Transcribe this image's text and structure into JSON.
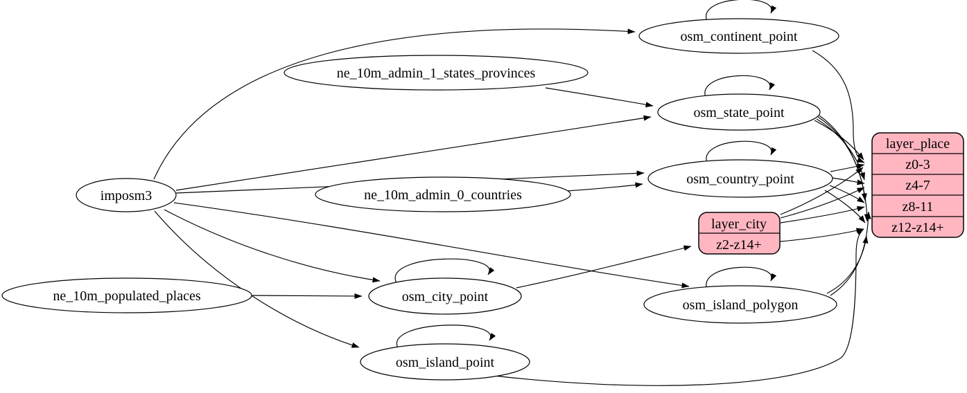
{
  "diagram": {
    "kind": "etl-graph",
    "colors": {
      "background": "#ffffff",
      "node_fill": "#ffffff",
      "node_stroke": "#000000",
      "edge_color": "#000000",
      "record_fill": "#ffb6c1"
    },
    "nodes": {
      "imposm3": {
        "label": "imposm3"
      },
      "ne_10m_admin_1_states_provinces": {
        "label": "ne_10m_admin_1_states_provinces"
      },
      "ne_10m_admin_0_countries": {
        "label": "ne_10m_admin_0_countries"
      },
      "ne_10m_populated_places": {
        "label": "ne_10m_populated_places"
      },
      "osm_continent_point": {
        "label": "osm_continent_point"
      },
      "osm_state_point": {
        "label": "osm_state_point"
      },
      "osm_country_point": {
        "label": "osm_country_point"
      },
      "osm_city_point": {
        "label": "osm_city_point"
      },
      "osm_island_polygon": {
        "label": "osm_island_polygon"
      },
      "osm_island_point": {
        "label": "osm_island_point"
      },
      "layer_city": {
        "title": "layer_city",
        "rows": [
          "z2-z14+"
        ]
      },
      "layer_place": {
        "title": "layer_place",
        "rows": [
          "z0-3",
          "z4-7",
          "z8-11",
          "z12-z14+"
        ]
      }
    },
    "edges": [
      [
        "imposm3",
        "osm_continent_point"
      ],
      [
        "imposm3",
        "osm_state_point"
      ],
      [
        "imposm3",
        "osm_country_point"
      ],
      [
        "imposm3",
        "osm_city_point"
      ],
      [
        "imposm3",
        "osm_island_polygon"
      ],
      [
        "imposm3",
        "osm_island_point"
      ],
      [
        "ne_10m_admin_1_states_provinces",
        "osm_state_point"
      ],
      [
        "ne_10m_admin_0_countries",
        "osm_country_point"
      ],
      [
        "ne_10m_populated_places",
        "osm_city_point"
      ],
      [
        "osm_continent_point",
        "osm_continent_point"
      ],
      [
        "osm_state_point",
        "osm_state_point"
      ],
      [
        "osm_country_point",
        "osm_country_point"
      ],
      [
        "osm_city_point",
        "osm_city_point"
      ],
      [
        "osm_island_polygon",
        "osm_island_polygon"
      ],
      [
        "osm_island_point",
        "osm_island_point"
      ],
      [
        "osm_continent_point",
        "layer_place:z0-3"
      ],
      [
        "osm_state_point",
        "layer_place:z0-3"
      ],
      [
        "osm_state_point",
        "layer_place:z4-7"
      ],
      [
        "osm_state_point",
        "layer_place:z8-11"
      ],
      [
        "osm_state_point",
        "layer_place:z12-z14+"
      ],
      [
        "osm_country_point",
        "layer_place:z0-3"
      ],
      [
        "osm_country_point",
        "layer_place:z4-7"
      ],
      [
        "osm_country_point",
        "layer_place:z8-11"
      ],
      [
        "osm_country_point",
        "layer_place:z12-z14+"
      ],
      [
        "osm_city_point",
        "layer_city:z2-z14+"
      ],
      [
        "layer_city",
        "layer_place:z0-3"
      ],
      [
        "layer_city",
        "layer_place:z4-7"
      ],
      [
        "layer_city",
        "layer_place:z8-11"
      ],
      [
        "layer_city",
        "layer_place:z12-z14+"
      ],
      [
        "osm_island_polygon",
        "layer_place:z8-11"
      ],
      [
        "osm_island_polygon",
        "layer_place:z12-z14+"
      ],
      [
        "osm_island_point",
        "layer_place:z12-z14+"
      ]
    ]
  }
}
